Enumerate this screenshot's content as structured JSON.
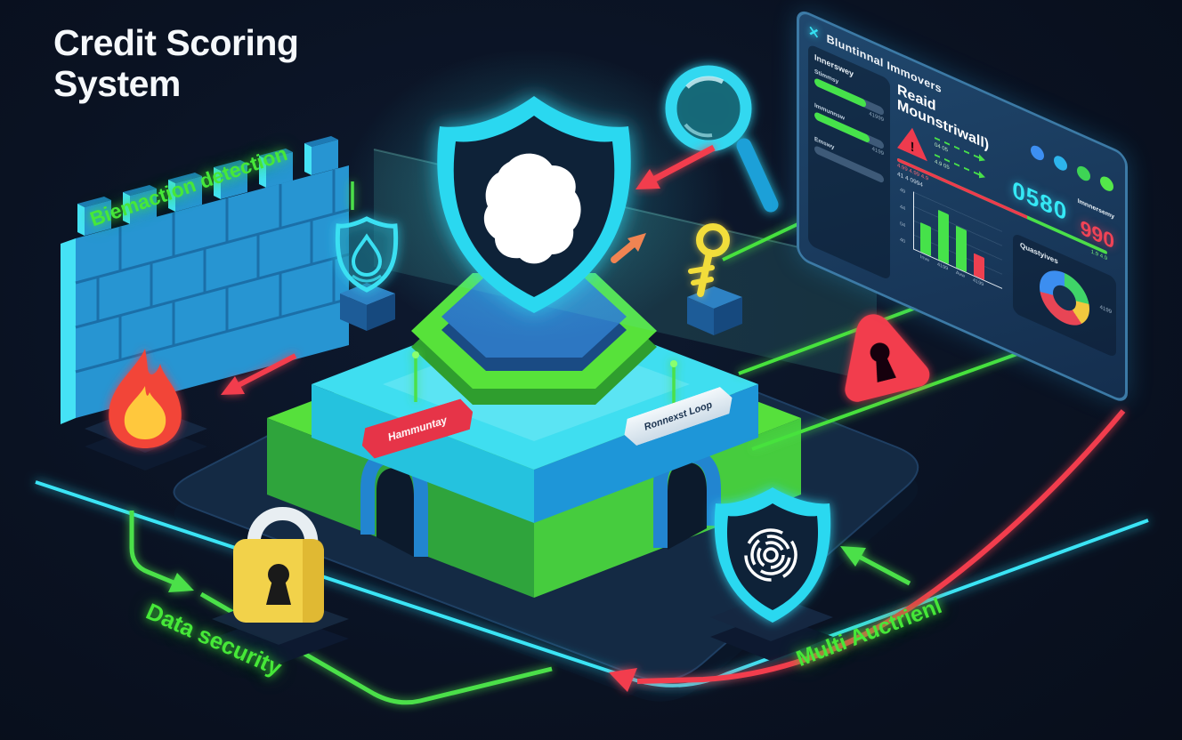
{
  "colors": {
    "background": "#0a1222",
    "accent_cyan": "#2fd9f2",
    "accent_green": "#4ce04a",
    "accent_red": "#f23d4e",
    "accent_yellow": "#f2d24a"
  },
  "title": {
    "line1": "Credit Scoring",
    "line2": "System"
  },
  "labels": {
    "biometric_detection": "Biemaction detection",
    "data_security": "Data security",
    "multi_audit": "Multi Auctrienl"
  },
  "banners": {
    "monitoring": "Hammuntay",
    "processing": "Ronnexst Loop"
  },
  "dashboard": {
    "close_icon": "✕",
    "header": "Bluntinnal Immovers",
    "status_dots": [
      "#3d8ff2",
      "#2db4ec",
      "#3ed455",
      "#54e84a"
    ],
    "sidebar": {
      "title": "Innerswey",
      "items": [
        {
          "label": "Stimmsy",
          "value": "41999",
          "progress": 74
        },
        {
          "label": "Immunnsw",
          "value": "4199",
          "progress": 80
        },
        {
          "label": "Emswy",
          "value": "",
          "progress": 0
        }
      ]
    },
    "main": {
      "heading_line1": "Reaid",
      "heading_line2": "Mounstriwall)",
      "alert_icon": "!",
      "arrow1_nums": "04  05",
      "arrow2_nums": "4.9  05",
      "score_label": "Imnnersemy",
      "score_value": "0580",
      "score_red": "990",
      "gauge": {
        "red_pct": 62,
        "red_ticks": "4.99   4.99   4.9",
        "green_ticks": "1.9   4.9"
      },
      "sub_note": "41 4 0994"
    },
    "bar_chart": {
      "type": "bar",
      "values": [
        52,
        88,
        74,
        40
      ],
      "colors": [
        "#46e24a",
        "#46e24a",
        "#46e24a",
        "#ee4050"
      ],
      "x_labels": [
        "Inve",
        "4199",
        "Avw",
        "4199"
      ],
      "y_ticks": [
        "49",
        "44",
        "04",
        "40"
      ]
    },
    "donut": {
      "type": "donut",
      "title": "Quastyives",
      "segments": [
        {
          "color": "#3fd468",
          "value": 22
        },
        {
          "color": "#f2c83e",
          "value": 16
        },
        {
          "color": "#e84555",
          "value": 34
        },
        {
          "color": "#3c8ef0",
          "value": 28
        }
      ],
      "side_label": "4199"
    }
  }
}
